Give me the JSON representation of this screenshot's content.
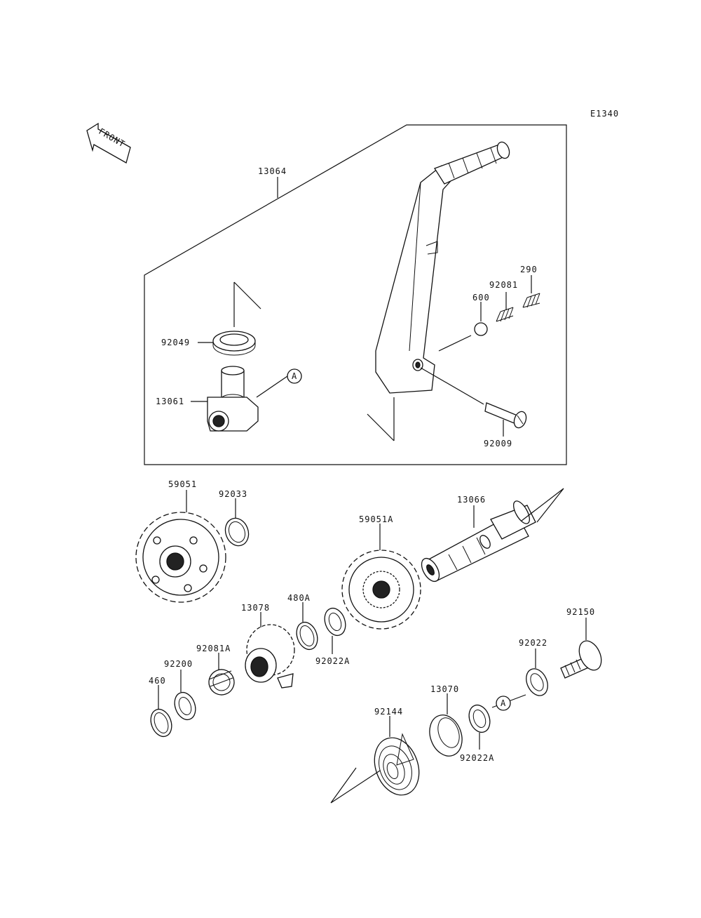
{
  "diagram_code": "E1340",
  "front_label": "FRONT",
  "ref_mark": "A",
  "parts": {
    "p13064": "13064",
    "p92049": "92049",
    "p13061": "13061",
    "p600": "600",
    "p92081": "92081",
    "p290": "290",
    "p92009": "92009",
    "p59051": "59051",
    "p92033": "92033",
    "p13066": "13066",
    "p59051A": "59051A",
    "p13078": "13078",
    "p480A": "480A",
    "p92022A_upper": "92022A",
    "p92150": "92150",
    "p92081A": "92081A",
    "p92200": "92200",
    "p460": "460",
    "p92022": "92022",
    "p13070": "13070",
    "p92144": "92144",
    "p92022A_lower": "92022A"
  }
}
